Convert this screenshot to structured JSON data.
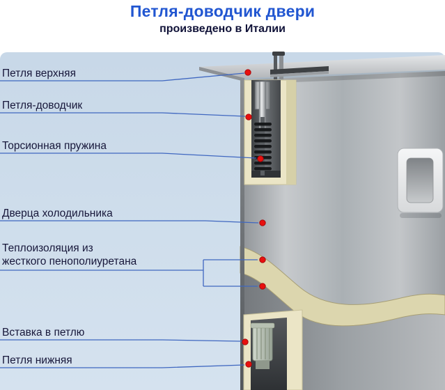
{
  "header": {
    "title": "Петля-доводчик двери",
    "subtitle": "произведено в Италии"
  },
  "callouts": {
    "upper_hinge": "Петля верхняя",
    "closer_hinge": "Петля-доводчик",
    "torsion_spring": "Торсионная пружина",
    "fridge_door": "Дверца холодильника",
    "insulation_line1": "Теплоизоляция из",
    "insulation_line2": "жесткого пенополиуретана",
    "hinge_insert": "Вставка в петлю",
    "lower_hinge": "Петля нижняя"
  },
  "colors": {
    "title_blue": "#2156d1",
    "subtitle_navy": "#101238",
    "panel_blue": "#cddcea",
    "callout_line_blue": "#3f67c0",
    "callout_dot_red": "#e8100e",
    "insulation_cream": "#dcd6ae",
    "metal_gray": "#aeb1b5"
  }
}
